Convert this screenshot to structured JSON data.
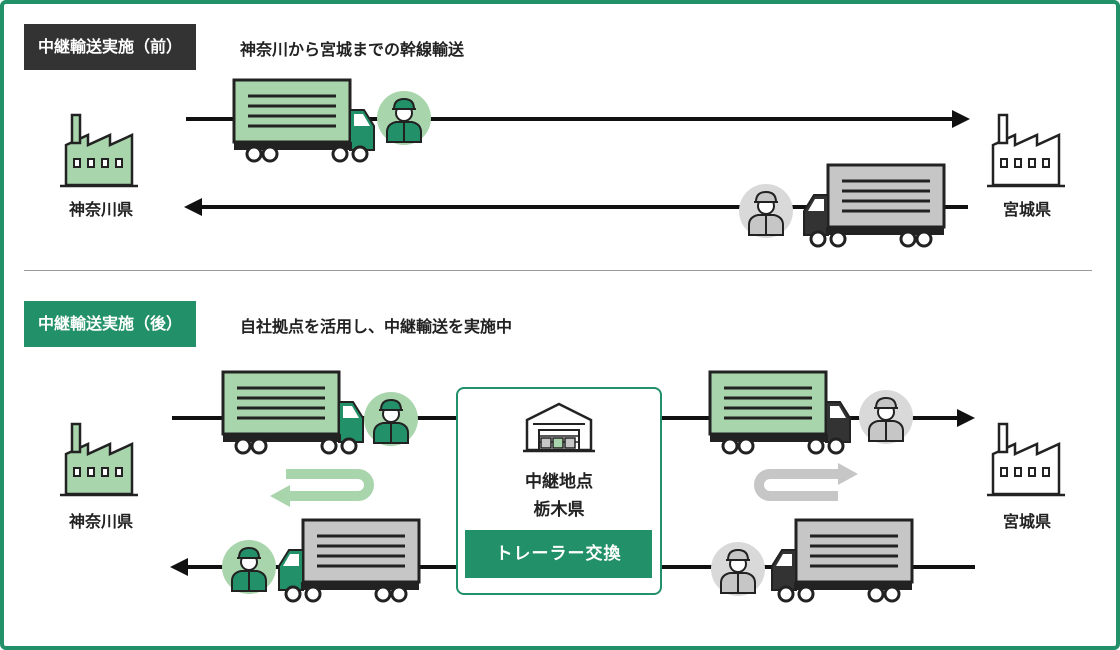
{
  "before": {
    "label": "中継輸送実施（前）",
    "description": "神奈川から宮城までの幹線輸送"
  },
  "after": {
    "label": "中継輸送実施（後）",
    "description": "自社拠点を活用し、中継輸送を実施中"
  },
  "places": {
    "origin": "神奈川県",
    "destination": "宮城県"
  },
  "relay": {
    "title": "中継地点",
    "location": "栃木県",
    "action": "トレーラー交換"
  },
  "colors": {
    "green": "#229068",
    "light_green": "#a9d5ac",
    "dark": "#333333",
    "gray": "#c6c6c6",
    "light_gray": "#d9d9d9"
  }
}
